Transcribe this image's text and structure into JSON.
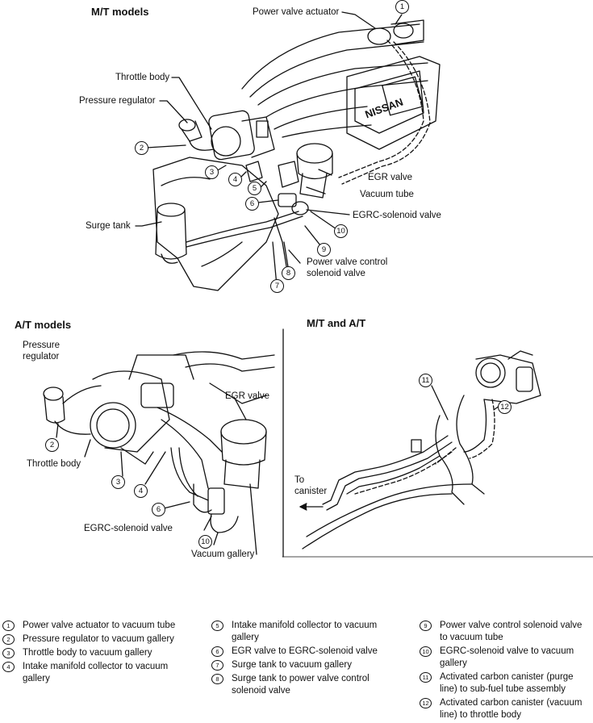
{
  "sections": {
    "mt_title": "M/T models",
    "at_title": "A/T models",
    "both_title": "M/T and A/T"
  },
  "mt_labels": {
    "power_valve_actuator": "Power valve actuator",
    "throttle_body": "Throttle body",
    "pressure_regulator": "Pressure regulator",
    "egr_valve": "EGR valve",
    "vacuum_tube": "Vacuum tube",
    "egrc_solenoid_valve": "EGRC-solenoid valve",
    "surge_tank": "Surge tank",
    "pv_control_line1": "Power valve control",
    "pv_control_line2": "solenoid valve"
  },
  "at_labels": {
    "pressure_line1": "Pressure",
    "pressure_line2": "regulator",
    "throttle_body": "Throttle body",
    "egr_valve": "EGR valve",
    "egrc_solenoid_valve": "EGRC-solenoid valve",
    "vacuum_gallery": "Vacuum gallery"
  },
  "both_labels": {
    "to_line1": "To",
    "to_line2": "canister"
  },
  "engine_text": "NISSAN",
  "callouts": {
    "mt": [
      "1",
      "2",
      "3",
      "4",
      "5",
      "6",
      "7",
      "8",
      "9",
      "10"
    ],
    "at": [
      "2",
      "3",
      "4",
      "6",
      "10"
    ],
    "both": [
      "11",
      "12"
    ]
  },
  "legend": [
    {
      "n": "1",
      "text": "Power valve actuator to vacuum tube"
    },
    {
      "n": "2",
      "text": "Pressure regulator to vacuum gallery"
    },
    {
      "n": "3",
      "text": "Throttle body to vacuum gallery"
    },
    {
      "n": "4",
      "text": "Intake manifold collector to vacuum gallery"
    },
    {
      "n": "5",
      "text": "Intake manifold collector to vacuum gallery"
    },
    {
      "n": "6",
      "text": "EGR valve to EGRC-solenoid valve"
    },
    {
      "n": "7",
      "text": "Surge tank to vacuum gallery"
    },
    {
      "n": "8",
      "text": "Surge tank to power valve control solenoid valve"
    },
    {
      "n": "9",
      "text": "Power valve control solenoid valve to vacuum tube"
    },
    {
      "n": "10",
      "text": "EGRC-solenoid valve to vacuum gallery"
    },
    {
      "n": "11",
      "text": "Activated carbon canister (purge line) to sub-fuel tube assembly"
    },
    {
      "n": "12",
      "text": "Activated carbon canister (vacuum line) to throttle body"
    }
  ]
}
